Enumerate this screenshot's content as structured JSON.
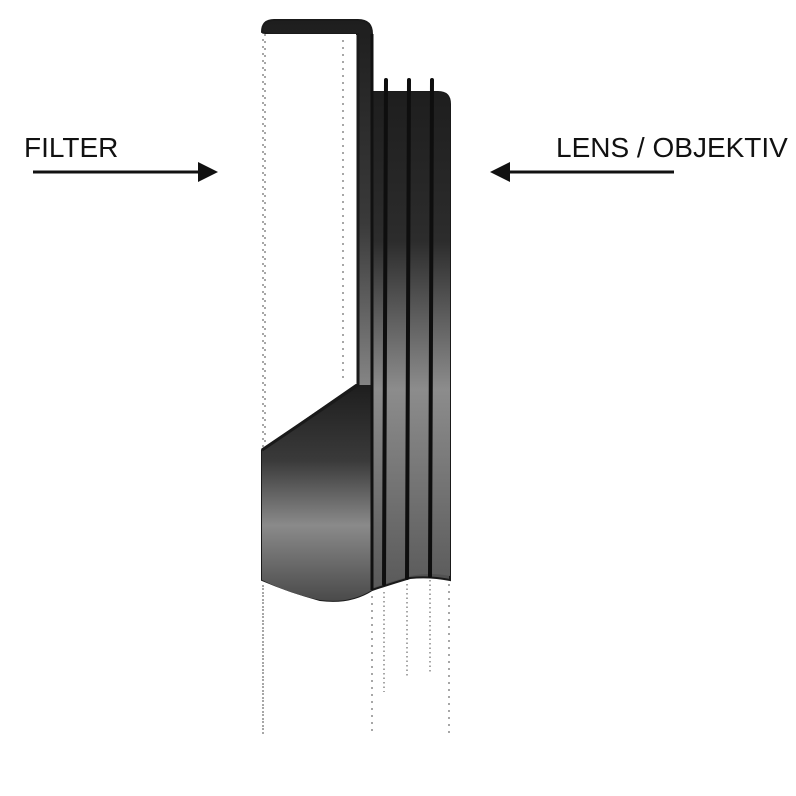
{
  "labels": {
    "filter": "FILTER",
    "lens": "LENS / OBJEKTIV"
  },
  "arrows": {
    "filter_direction": "right",
    "lens_direction": "left"
  },
  "colors": {
    "ring_dark": "#1e1e1e",
    "ring_mid": "#6b6b6b",
    "ring_light": "#9a9a9a",
    "text": "#111111",
    "dotted_lines": "#8a8a8a"
  }
}
